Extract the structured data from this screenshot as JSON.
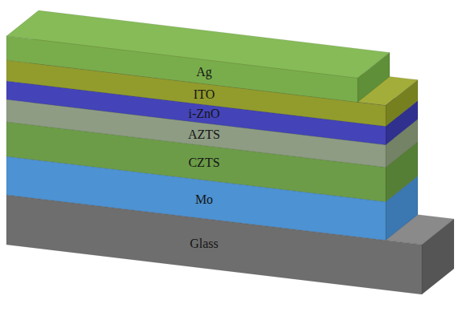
{
  "diagram": {
    "nodes": [
      {
        "text": [
          "Ag"
        ]
      },
      {
        "text": [
          "ITO"
        ]
      },
      {
        "text": [
          "i-ZnO"
        ]
      },
      {
        "text": [
          "AZTS"
        ]
      },
      {
        "text": [
          "CZTS"
        ]
      },
      {
        "text": [
          "Mo"
        ]
      },
      {
        "text": [
          "Glass"
        ]
      }
    ]
  }
}
